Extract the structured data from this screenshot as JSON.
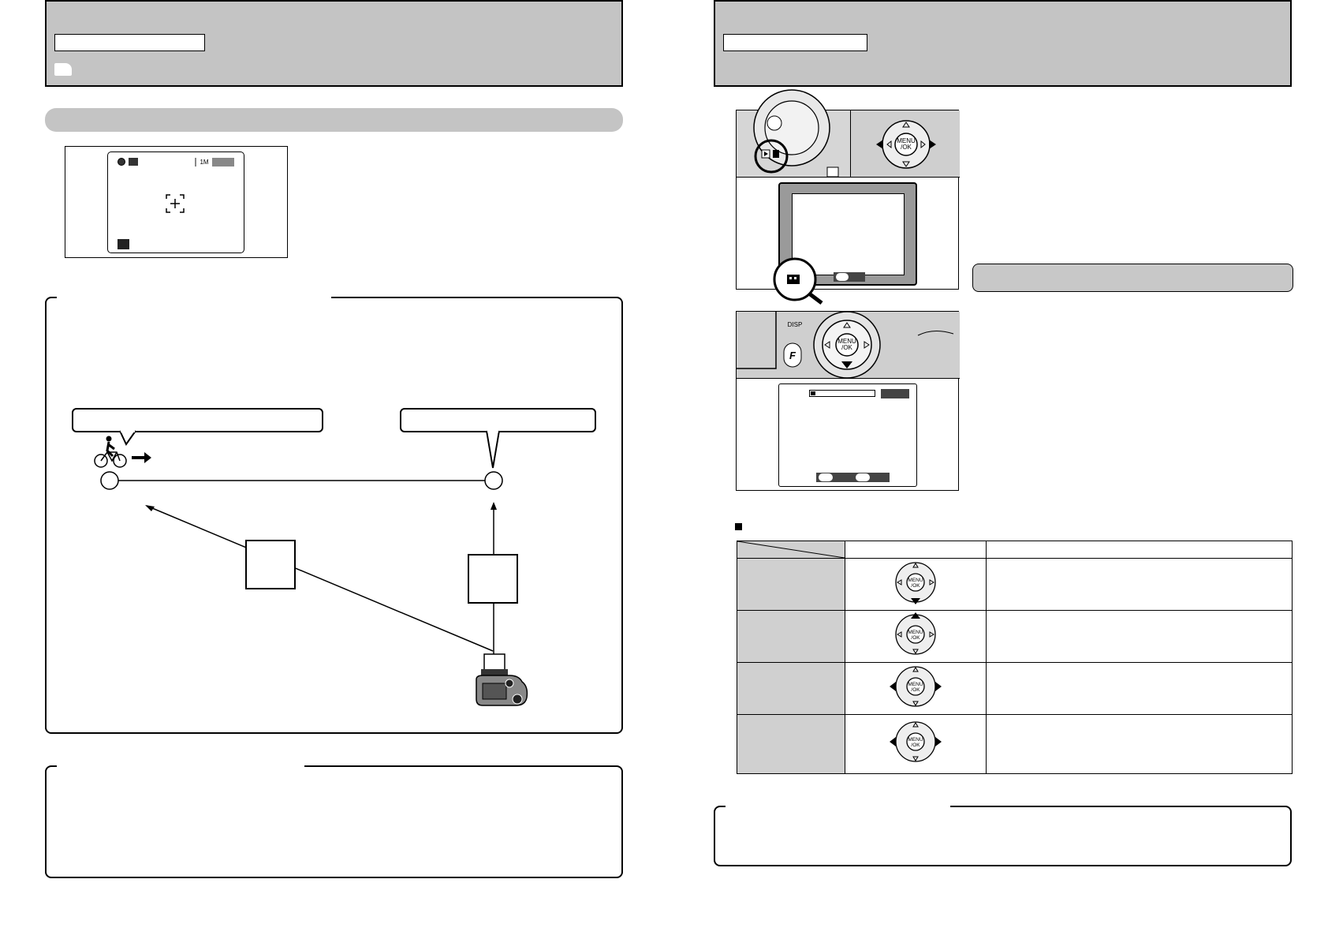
{
  "left_page": {
    "lcd_preview": {
      "mode_badge": "1M"
    }
  },
  "right_page": {
    "button_labels": {
      "menu_ok": "MENU\n/OK",
      "disp": "DISP",
      "f_button": "F"
    }
  },
  "colors": {
    "header_gray": "#c4c4c4",
    "panel_gray": "#c8c8c8",
    "table_shade": "#d0d0d0",
    "ink": "#000000"
  },
  "icons": [
    "cyclist-icon",
    "camera-icon",
    "direction-pad-icon",
    "magnifier-icon",
    "movie-icon"
  ]
}
